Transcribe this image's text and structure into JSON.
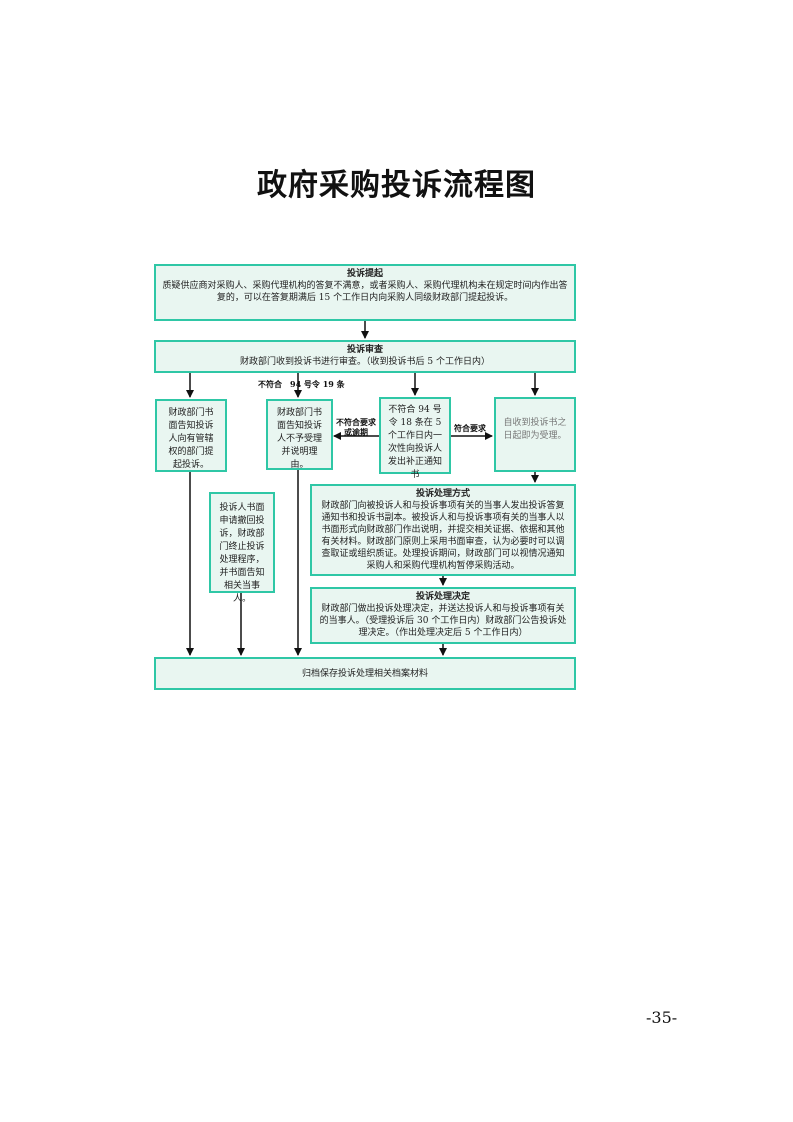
{
  "title": "政府采购投诉流程图",
  "page_number": "-35-",
  "colors": {
    "box_border": "#2fc7a6",
    "box_fill": "#e9f6f1",
    "arrow": "#111111"
  },
  "boxes": {
    "initiation": {
      "heading": "投诉提起",
      "body": "质疑供应商对采购人、采购代理机构的答复不满意，或者采购人、采购代理机构未在规定时间内作出答复的，可以在答复期满后 15 个工作日内向采购人同级财政部门提起投诉。"
    },
    "review": {
      "heading": "投诉审查",
      "body": "财政部门收到投诉书进行审查。（收到投诉书后 5 个工作日内）"
    },
    "jurisdiction": {
      "body": "财政部门书面告知投诉人向有管辖权的部门提起投诉。"
    },
    "reject": {
      "body": "财政部门书面告知投诉人不予受理并说明理由。"
    },
    "supplement": {
      "body": "不符合 94 号令 18 条在 5 个工作日内一次性向投诉人发出补正通知书"
    },
    "accept": {
      "body": "自收到投诉书之日起即为受理。"
    },
    "withdraw": {
      "body": "投诉人书面申请撤回投诉，财政部门终止投诉处理程序，并书面告知相关当事人。"
    },
    "handling": {
      "heading": "投诉处理方式",
      "body": "财政部门向被投诉人和与投诉事项有关的当事人发出投诉答复通知书和投诉书副本。被投诉人和与投诉事项有关的当事人以书面形式向财政部门作出说明，并提交相关证据、依据和其他有关材料。财政部门原则上采用书面审查，认为必要时可以调查取证或组织质证。处理投诉期间，财政部门可以视情况通知采购人和采购代理机构暂停采购活动。"
    },
    "decision": {
      "heading": "投诉处理决定",
      "body": "财政部门做出投诉处理决定，并送达投诉人和与投诉事项有关的当事人。（受理投诉后 30 个工作日内）财政部门公告投诉处理决定。（作出处理决定后 5 个工作日内）"
    },
    "archive": {
      "body": "归档保存投诉处理相关档案材料"
    }
  },
  "labels": {
    "noncompliant_19": "不符合　94 号令 19 条",
    "noncompliant_overdue": "不符合要求或逾期",
    "compliant": "符合要求"
  }
}
